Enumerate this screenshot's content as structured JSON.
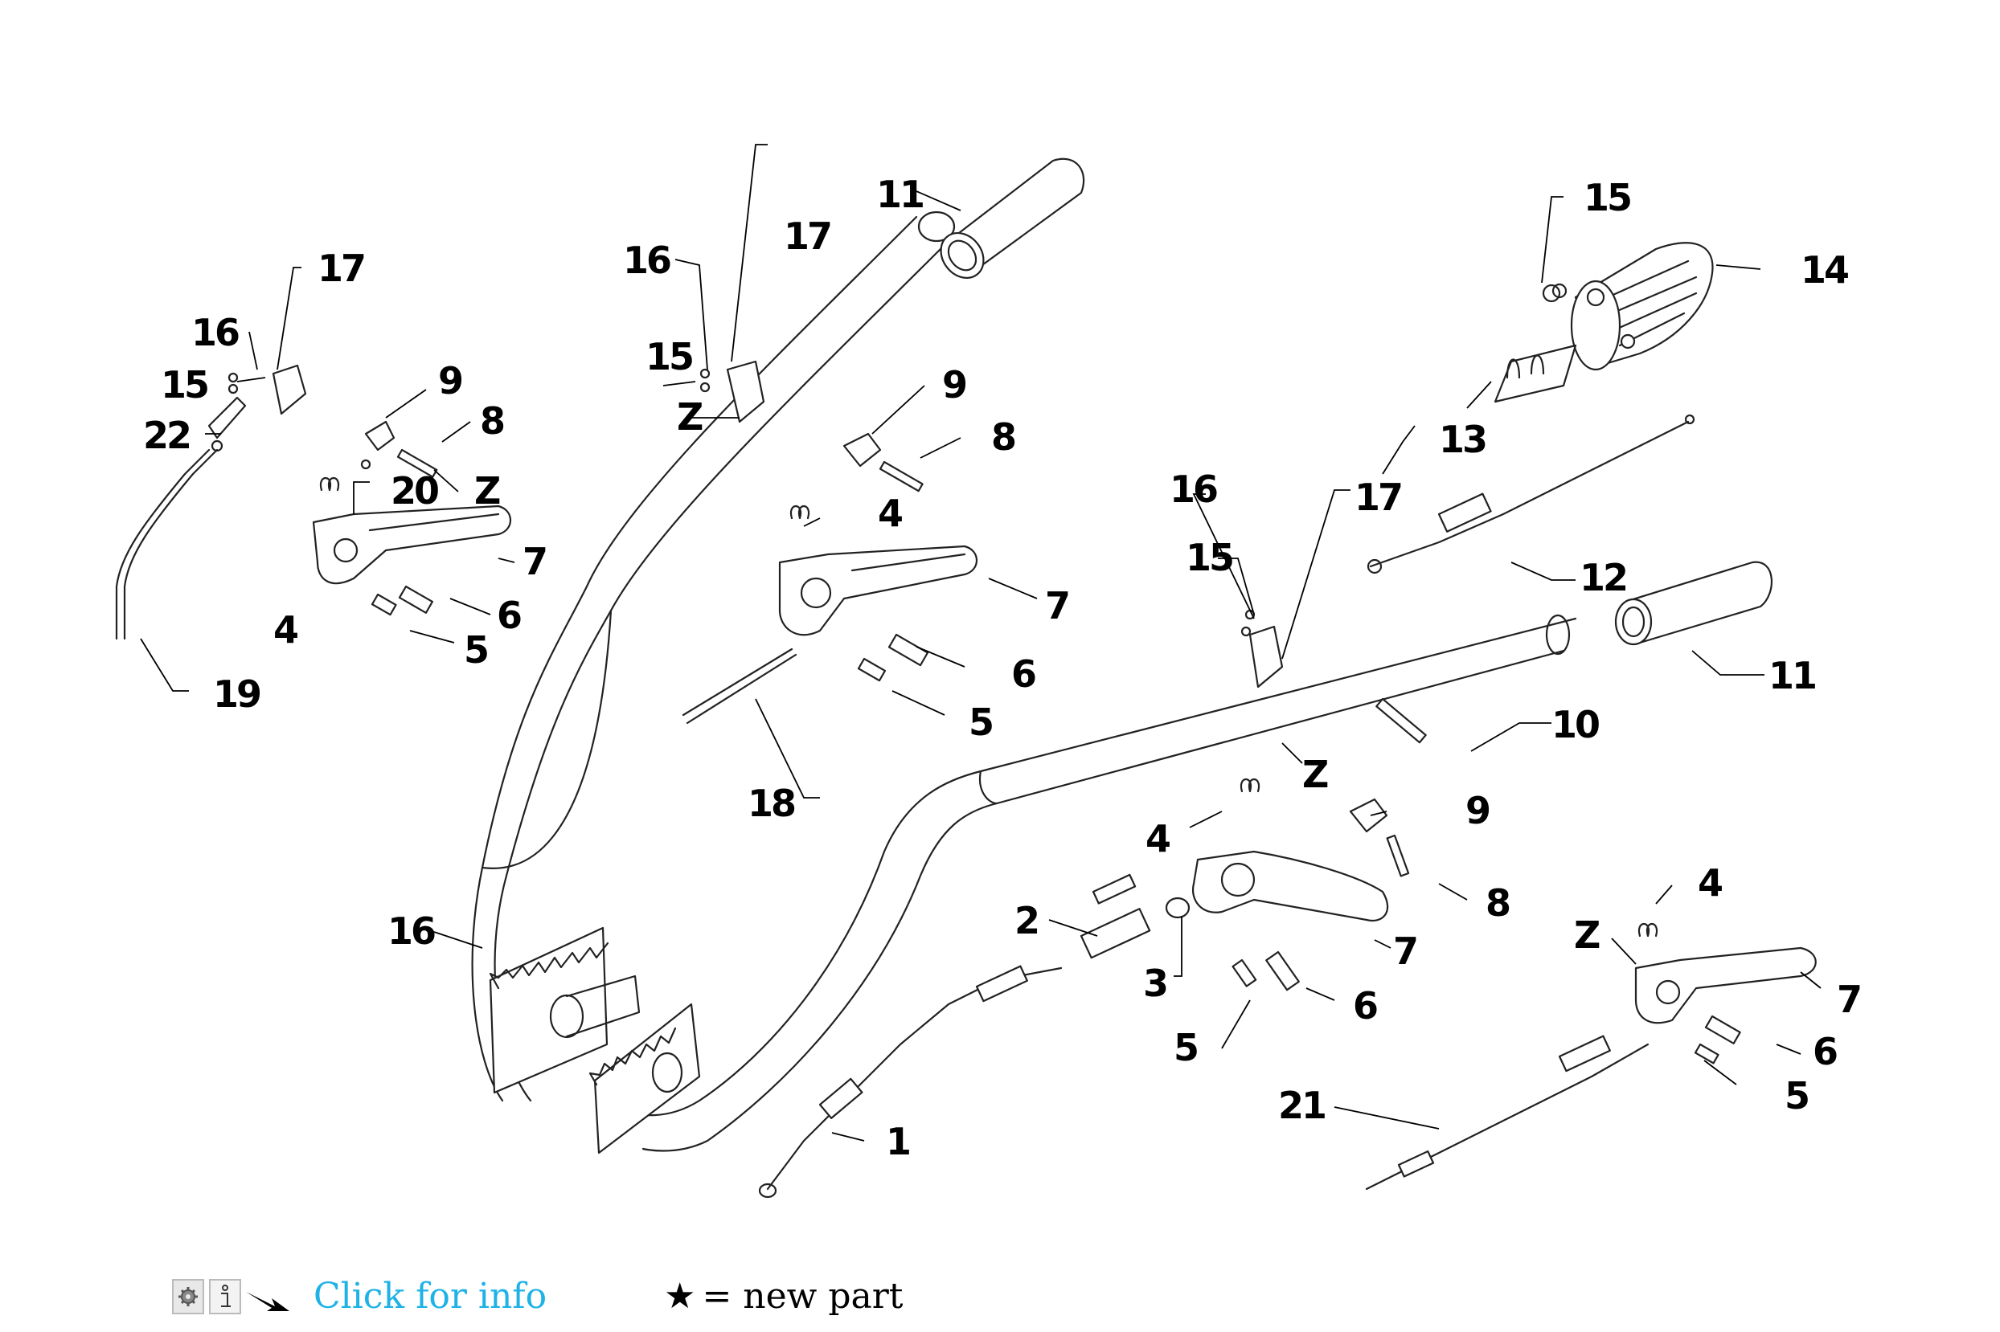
{
  "callouts": {
    "c_11a": "11",
    "c_17a": "17",
    "c_16a": "16",
    "c_17b": "17",
    "c_16b": "16",
    "c_15a": "15",
    "c_15b": "15",
    "c_14": "14",
    "c_9a": "9",
    "c_9b": "9",
    "c_8a": "8",
    "c_8b": "8",
    "c_22": "22",
    "c_Za": "Z",
    "c_Zb": "Z",
    "c_20": "20",
    "c_13": "13",
    "c_4a": "4",
    "c_4b": "4",
    "c_7a": "7",
    "c_7b": "7",
    "c_6a": "6",
    "c_6b": "6",
    "c_5a": "5",
    "c_5b": "5",
    "c_19": "19",
    "c_16c": "16",
    "c_17c": "17",
    "c_15c": "15",
    "c_12": "12",
    "c_11b": "11",
    "c_10": "10",
    "c_Zc": "Z",
    "c_18": "18",
    "c_9c": "9",
    "c_4c": "4",
    "c_8c": "8",
    "c_16d": "16",
    "c_2": "2",
    "c_7c": "7",
    "c_3": "3",
    "c_4d": "4",
    "c_Zd": "Z",
    "c_6c": "6",
    "c_7d": "7",
    "c_5c": "5",
    "c_6d": "6",
    "c_5d": "5",
    "c_1": "1",
    "c_21": "21"
  },
  "footer": {
    "settings_icon": "gear-icon",
    "info_icon": "info-icon",
    "info_link": "Click for info",
    "legend_star": "★",
    "legend_text": "= new part"
  }
}
